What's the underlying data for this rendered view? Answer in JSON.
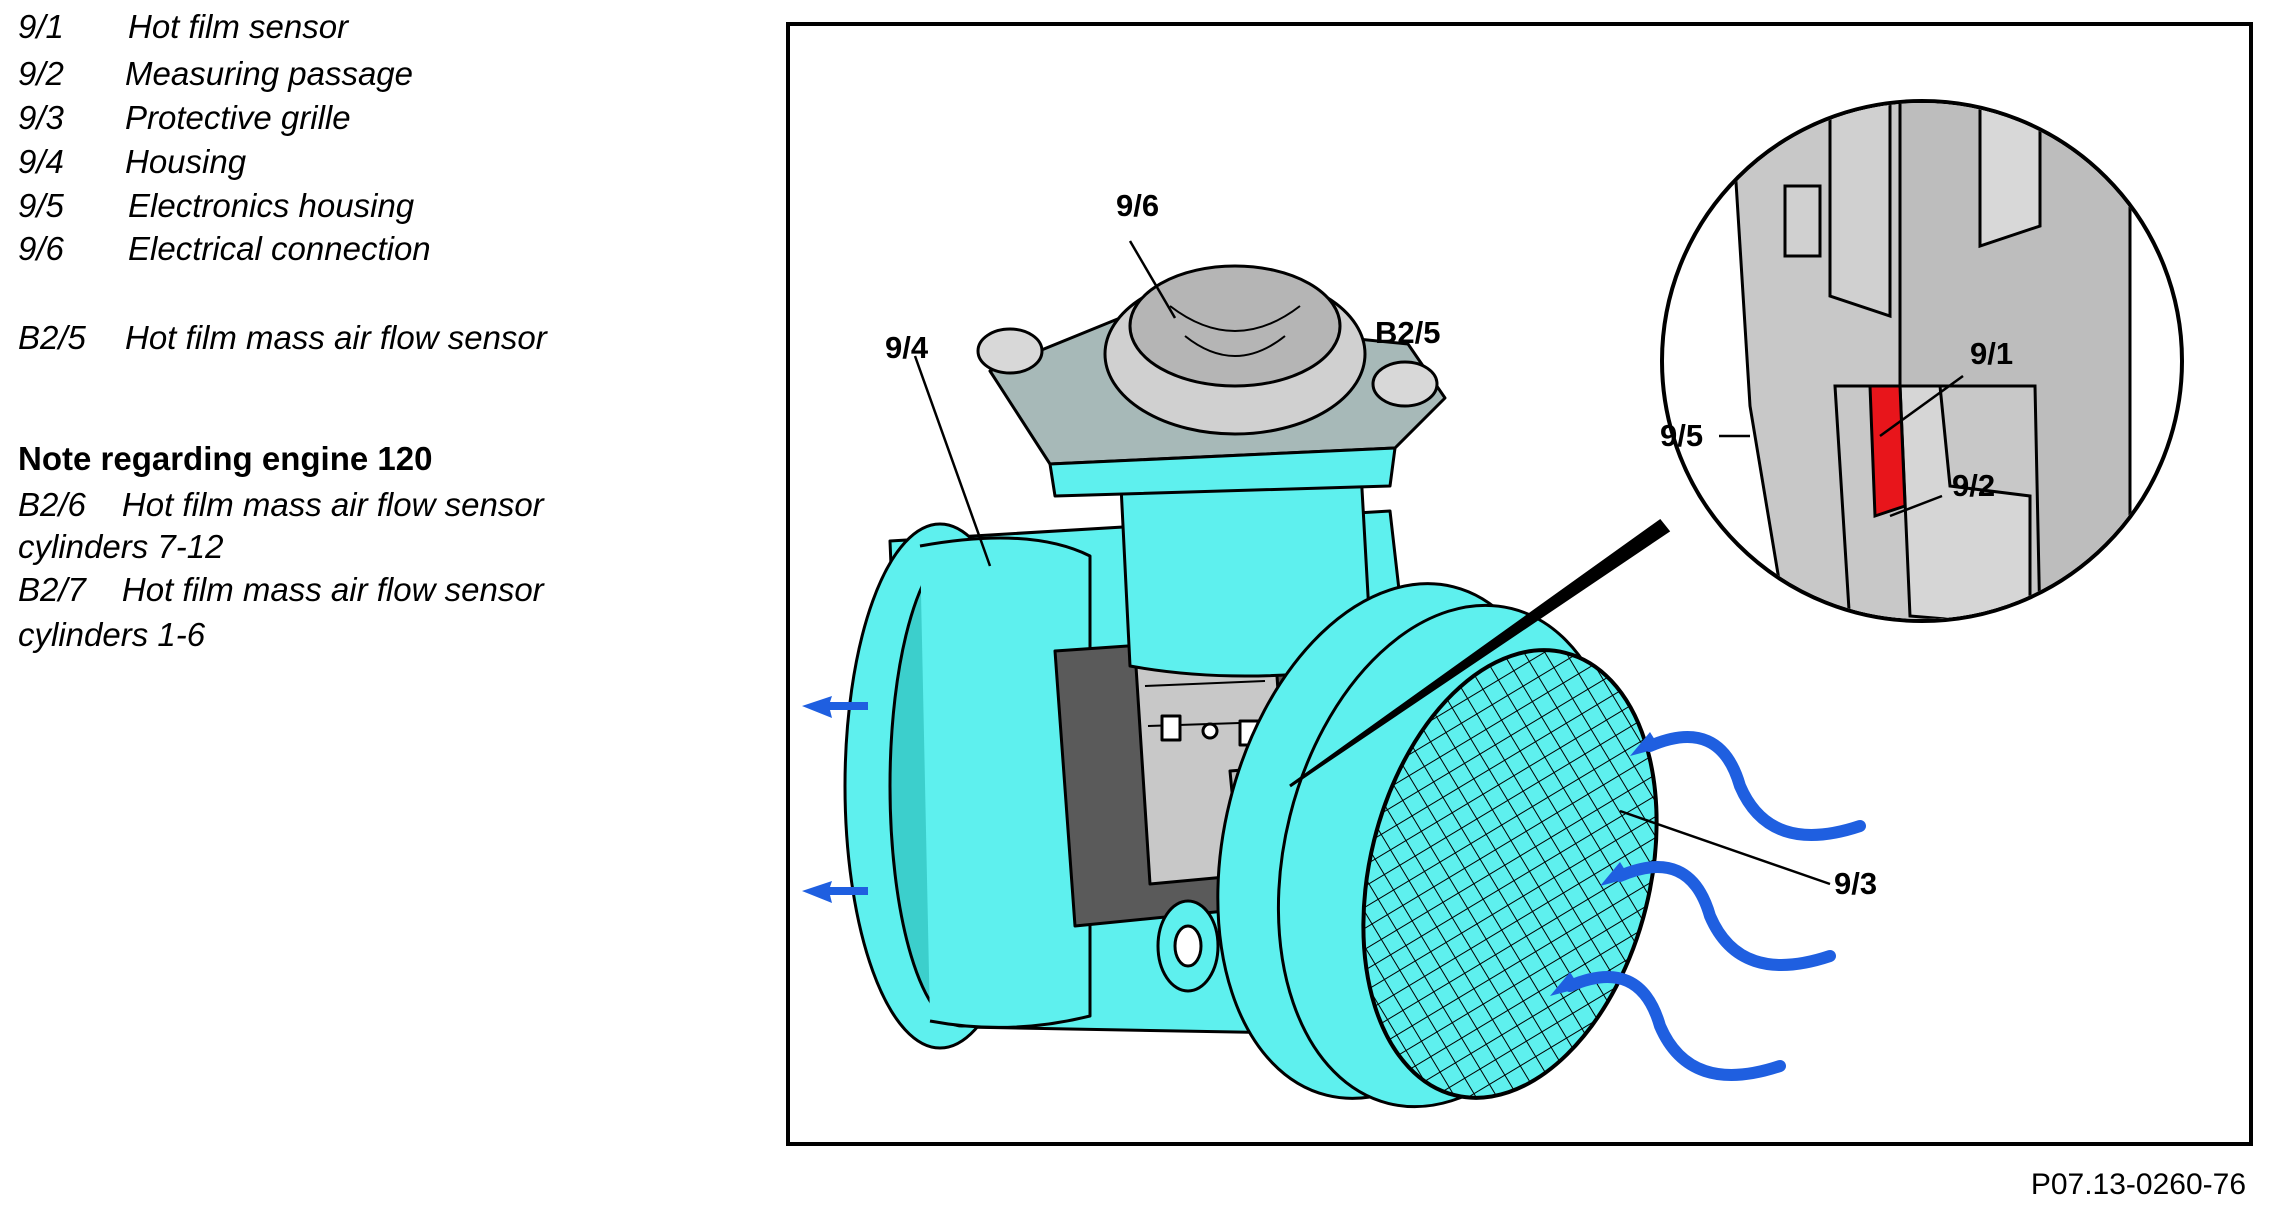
{
  "legend": {
    "items": [
      {
        "code": "9/1",
        "text": "Hot film sensor"
      },
      {
        "code": "9/2",
        "text": "Measuring passage"
      },
      {
        "code": "9/3",
        "text": "Protective grille"
      },
      {
        "code": "9/4",
        "text": "Housing"
      },
      {
        "code": "9/5",
        "text": "Electronics housing"
      },
      {
        "code": "9/6",
        "text": "Electrical connection"
      },
      {
        "code": "B2/5",
        "text": "Hot film mass air flow sensor"
      }
    ]
  },
  "note": {
    "title": "Note regarding engine 120",
    "lines": [
      {
        "code": "B2/6",
        "text": "Hot film mass air flow sensor"
      },
      {
        "code": "",
        "text": "cylinders 7-12"
      },
      {
        "code": "B2/7",
        "text": "Hot film mass air flow sensor"
      },
      {
        "code": "",
        "text": "cylinders 1-6"
      }
    ]
  },
  "diagram": {
    "callouts": {
      "c96": "9/6",
      "c94": "9/4",
      "cb25": "B2/5",
      "c91": "9/1",
      "c95": "9/5",
      "c92": "9/2",
      "c93": "9/3"
    },
    "colors": {
      "housing": "#5ef0ee",
      "housing_shade": "#3ccfcc",
      "window": "#5a5a5a",
      "element": "#c8c8c8",
      "hot_film": "#e8151b",
      "airflow": "#1f5fe0",
      "outline": "#000000"
    }
  },
  "figure_id": "P07.13-0260-76"
}
